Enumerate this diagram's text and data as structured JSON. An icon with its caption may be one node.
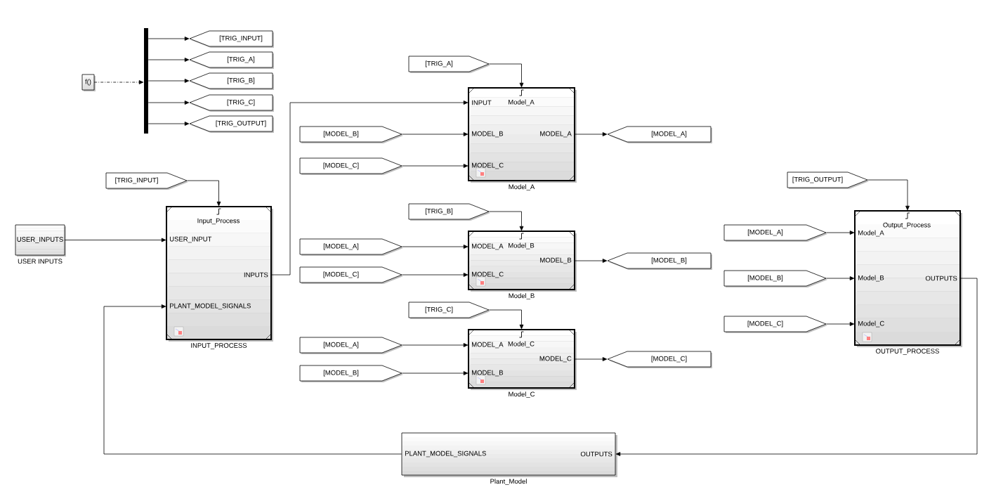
{
  "diagram": {
    "nodes": [
      {
        "text": [
          "f()"
        ]
      },
      {
        "text": [],
        "shape": "bar"
      },
      {
        "text": [
          "[TRIG_INPUT]"
        ]
      },
      {
        "text": [
          "[TRIG_A]"
        ]
      },
      {
        "text": [
          "[TRIG_B]"
        ]
      },
      {
        "text": [
          "[TRIG_C]"
        ]
      },
      {
        "text": [
          "[TRIG_OUTPUT]"
        ]
      },
      {
        "text": [
          "[TRIG_A]"
        ]
      },
      {
        "text": [
          "Model_A",
          "INPUT",
          "MODEL_B",
          "MODEL_C",
          "MODEL_A"
        ],
        "beside": [
          "Model_A"
        ]
      },
      {
        "text": [
          "[MODEL_B]"
        ]
      },
      {
        "text": [
          "[MODEL_C]"
        ]
      },
      {
        "text": [
          "[MODEL_A]"
        ]
      },
      {
        "text": [
          "[TRIG_INPUT]"
        ]
      },
      {
        "text": [
          "USER_INPUTS"
        ],
        "beside": [
          "USER INPUTS"
        ]
      },
      {
        "text": [
          "Input_Process",
          "USER_INPUT",
          "INPUTS",
          "PLANT_MODEL_SIGNALS"
        ],
        "beside": [
          "INPUT_PROCESS"
        ]
      },
      {
        "text": [
          "[TRIG_B]"
        ]
      },
      {
        "text": [
          "[MODEL_A]"
        ]
      },
      {
        "text": [
          "[MODEL_C]"
        ]
      },
      {
        "text": [
          "Model_B",
          "MODEL_A",
          "MODEL_C",
          "MODEL_B"
        ],
        "beside": [
          "Model_B"
        ]
      },
      {
        "text": [
          "[MODEL_B]"
        ]
      },
      {
        "text": [
          "[TRIG_C]"
        ]
      },
      {
        "text": [
          "[MODEL_A]"
        ]
      },
      {
        "text": [
          "[MODEL_B]"
        ]
      },
      {
        "text": [
          "Model_C",
          "MODEL_A",
          "MODEL_B",
          "MODEL_C"
        ],
        "beside": [
          "Model_C"
        ]
      },
      {
        "text": [
          "[MODEL_C]"
        ]
      },
      {
        "text": [
          "[TRIG_OUTPUT]"
        ]
      },
      {
        "text": [
          "[MODEL_A]"
        ]
      },
      {
        "text": [
          "[MODEL_B]"
        ]
      },
      {
        "text": [
          "[MODEL_C]"
        ]
      },
      {
        "text": [
          "Output_Process",
          "Model_A",
          "Model_B",
          "Model_C",
          "OUTPUTS"
        ],
        "beside": [
          "OUTPUT_PROCESS"
        ]
      },
      {
        "text": [
          "PLANT_MODEL_SIGNALS",
          "OUTPUTS"
        ],
        "beside": [
          "Plant_Model"
        ]
      }
    ],
    "edges": [
      {
        "from": 0,
        "to": 1,
        "arrow": "to",
        "style": "dashed"
      },
      {
        "from": 1,
        "to": 2,
        "arrow": "to"
      },
      {
        "from": 1,
        "to": 3,
        "arrow": "to"
      },
      {
        "from": 1,
        "to": 4,
        "arrow": "to"
      },
      {
        "from": 1,
        "to": 5,
        "arrow": "to"
      },
      {
        "from": 1,
        "to": 6,
        "arrow": "to"
      },
      {
        "from": 7,
        "to": 8,
        "arrow": "to"
      },
      {
        "from": 14,
        "to": 8,
        "arrow": "to"
      },
      {
        "from": 9,
        "to": 8,
        "arrow": "to"
      },
      {
        "from": 10,
        "to": 8,
        "arrow": "to"
      },
      {
        "from": 8,
        "to": 11,
        "arrow": "to"
      },
      {
        "from": 12,
        "to": 14,
        "arrow": "to"
      },
      {
        "from": 13,
        "to": 14,
        "arrow": "to"
      },
      {
        "from": 30,
        "to": 14,
        "arrow": "to"
      },
      {
        "from": 15,
        "to": 18,
        "arrow": "to"
      },
      {
        "from": 16,
        "to": 18,
        "arrow": "to"
      },
      {
        "from": 17,
        "to": 18,
        "arrow": "to"
      },
      {
        "from": 18,
        "to": 19,
        "arrow": "to"
      },
      {
        "from": 20,
        "to": 23,
        "arrow": "to"
      },
      {
        "from": 21,
        "to": 23,
        "arrow": "to"
      },
      {
        "from": 22,
        "to": 23,
        "arrow": "to"
      },
      {
        "from": 23,
        "to": 24,
        "arrow": "to"
      },
      {
        "from": 25,
        "to": 29,
        "arrow": "to"
      },
      {
        "from": 26,
        "to": 29,
        "arrow": "to"
      },
      {
        "from": 27,
        "to": 29,
        "arrow": "to"
      },
      {
        "from": 28,
        "to": 29,
        "arrow": "to"
      },
      {
        "from": 29,
        "to": 30,
        "arrow": "to"
      }
    ]
  }
}
